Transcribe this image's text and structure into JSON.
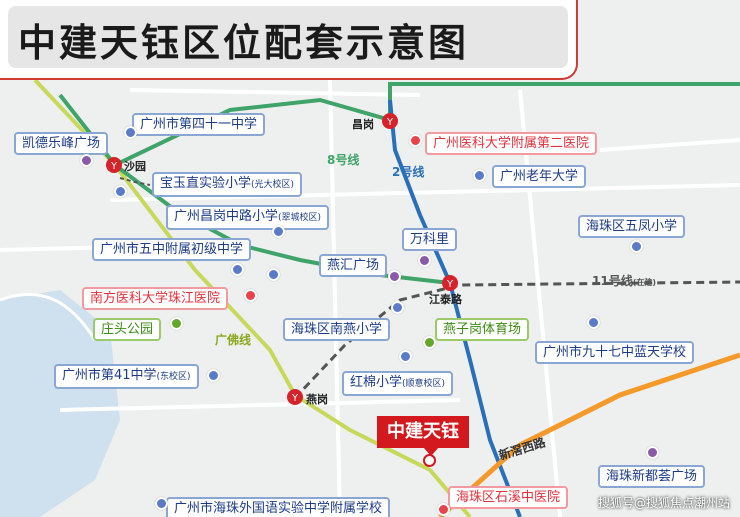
{
  "title": "中建天钰区位配套示意图",
  "project": {
    "name": "中建天钰"
  },
  "watermark": "搜狐号@搜狐焦点潮州站",
  "colors": {
    "blue": "#5b7ac7",
    "red": "#e8434b",
    "green": "#63a72c",
    "purple": "#8a5aa8",
    "metro_red": "#d6232b"
  },
  "labels": [
    {
      "id": "kaidele",
      "text": "凯德乐峰广场",
      "color": "blue"
    },
    {
      "id": "gz41",
      "text": "广州市第四十一中学",
      "color": "blue"
    },
    {
      "id": "gzyk2",
      "text": "广州医科大学附属第二医院",
      "color": "red"
    },
    {
      "id": "baoyuzhi",
      "text": "宝玉直实验小学",
      "sub": "(光大校区)",
      "color": "blue"
    },
    {
      "id": "changgang",
      "text": "广州昌岗中路小学",
      "sub": "(翠城校区)",
      "color": "blue"
    },
    {
      "id": "laonian",
      "text": "广州老年大学",
      "color": "blue"
    },
    {
      "id": "wuzhong",
      "text": "广州市五中附属初级中学",
      "color": "blue"
    },
    {
      "id": "wanke",
      "text": "万科里",
      "color": "blue"
    },
    {
      "id": "wufeng",
      "text": "海珠区五凤小学",
      "color": "blue"
    },
    {
      "id": "yanhui",
      "text": "燕汇广场",
      "color": "blue"
    },
    {
      "id": "nanfang",
      "text": "南方医科大学珠江医院",
      "color": "red"
    },
    {
      "id": "zhuangtou",
      "text": "庄头公园",
      "color": "green"
    },
    {
      "id": "nanyan",
      "text": "海珠区南燕小学",
      "color": "blue"
    },
    {
      "id": "yanzigang",
      "text": "燕子岗体育场",
      "color": "green"
    },
    {
      "id": "jiushiqi",
      "text": "广州市九十七中蓝天学校",
      "color": "blue"
    },
    {
      "id": "gz41east",
      "text": "广州市第41中学",
      "sub": "(东校区)",
      "color": "blue"
    },
    {
      "id": "hongmian",
      "text": "红棉小学",
      "sub": "(顺意校区)",
      "color": "blue"
    },
    {
      "id": "xindu",
      "text": "海珠新都荟广场",
      "color": "blue"
    },
    {
      "id": "shixi",
      "text": "海珠区石溪中医院",
      "color": "red"
    },
    {
      "id": "waiguoyu",
      "text": "广州市海珠外国语实验中学附属学校",
      "color": "blue"
    }
  ],
  "stations": [
    {
      "id": "changgang",
      "text": "昌岗"
    },
    {
      "id": "shayuan",
      "text": "沙园"
    },
    {
      "id": "jiangtai",
      "text": "江泰路"
    },
    {
      "id": "yangang",
      "text": "燕岗"
    }
  ],
  "lines": [
    {
      "id": "line8",
      "text": "8号线",
      "color": "#4aa86a"
    },
    {
      "id": "line2",
      "text": "2号线",
      "color": "#2a6fb8"
    },
    {
      "id": "line11",
      "text": "11号线",
      "sub": "(在建)",
      "color": "#555555"
    },
    {
      "id": "guangfo",
      "text": "广佛线",
      "color": "#9bbb2a"
    }
  ],
  "roads": [
    {
      "id": "xinjiao",
      "text": "新滘西路"
    }
  ]
}
